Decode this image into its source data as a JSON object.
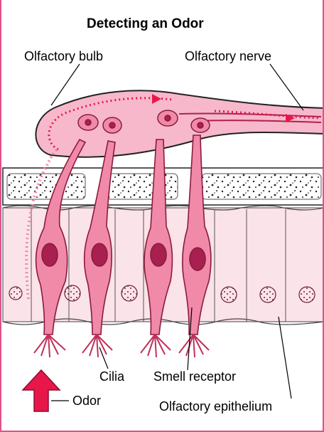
{
  "title": "Detecting an Odor",
  "labels": {
    "olfactory_bulb": "Olfactory bulb",
    "olfactory_nerve": "Olfactory nerve",
    "cilia": "Cilia",
    "smell_receptor": "Smell receptor",
    "odor": "Odor",
    "olfactory_epithelium": "Olfactory epithelium"
  },
  "colors": {
    "border": "#e0528a",
    "cell_pink": "#f08aa8",
    "cell_light": "#fbe3ea",
    "bulb_fill": "#f7b8cb",
    "nucleus": "#a8204f",
    "arrow_red": "#e8174a",
    "bone_dots": "#222222"
  }
}
